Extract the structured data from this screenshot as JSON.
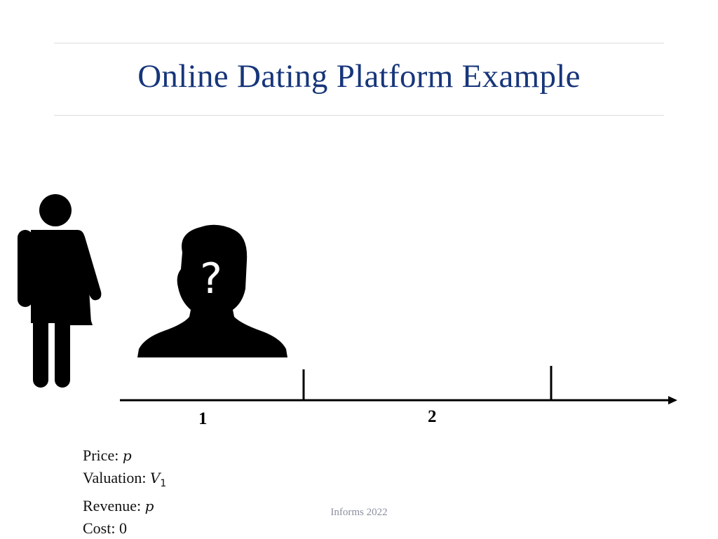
{
  "slide": {
    "title": "Online Dating Platform Example",
    "footer": "Informs 2022"
  },
  "timeline": {
    "periods": [
      {
        "label": "1"
      },
      {
        "label": "2"
      }
    ]
  },
  "metrics": {
    "price": {
      "label": "Price: ",
      "value": "p"
    },
    "valuation": {
      "label": "Valuation: ",
      "value": "V",
      "subscript": "1"
    },
    "revenue": {
      "label": "Revenue: ",
      "value": "p"
    },
    "cost": {
      "label": "Cost: ",
      "value": "0"
    }
  },
  "icons": {
    "person": "person-silhouette-icon",
    "unknown_match": "unknown-person-icon",
    "question_glyph": "?"
  },
  "colors": {
    "title": "#17367a",
    "footer": "#8a8fa0",
    "icon": "#000000",
    "rule": "#dcdcdc"
  }
}
